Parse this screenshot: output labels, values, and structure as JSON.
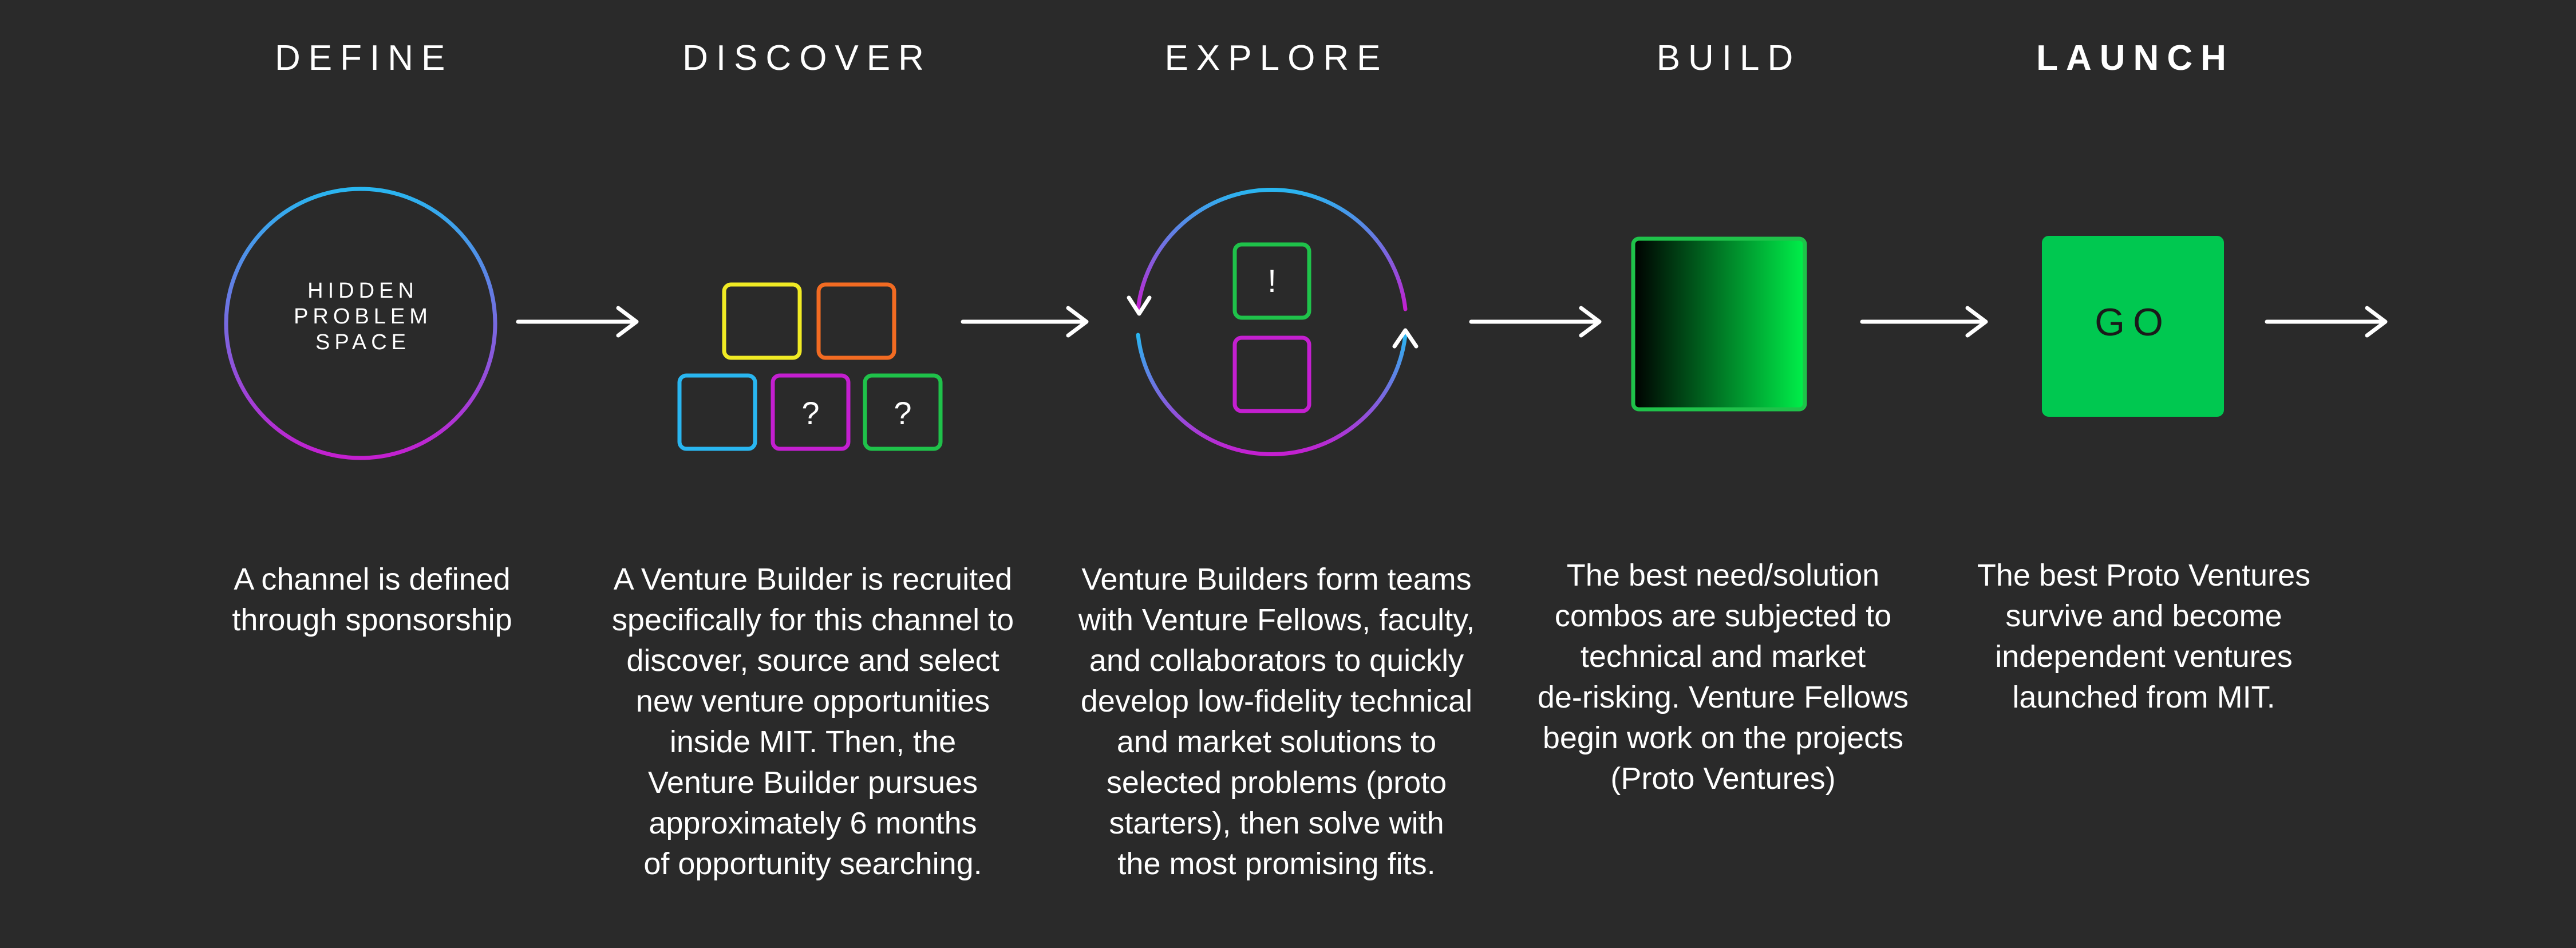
{
  "stages": [
    {
      "title": "DEFINE",
      "circle_label": "HIDDEN\nPROBLEM\nSPACE",
      "description": "A channel is defined\nthrough sponsorship"
    },
    {
      "title": "DISCOVER",
      "box_marks": [
        "?",
        "?"
      ],
      "description": "A Venture Builder is recruited\nspecifically for this channel to\ndiscover, source and select\nnew venture opportunities\ninside MIT.  Then, the\nVenture Builder pursues\napproximately 6 months\nof opportunity searching."
    },
    {
      "title": "EXPLORE",
      "box_mark": "!",
      "description": "Venture Builders form teams\nwith Venture Fellows, faculty,\nand collaborators to quickly\ndevelop low-fidelity technical\nand market solutions to\nselected problems (proto\nstarters), then solve with\nthe most promising fits."
    },
    {
      "title": "BUILD",
      "description": "The best need/solution\ncombos are subjected to\ntechnical and market\nde-risking. Venture Fellows\nbegin work on the projects\n(Proto Ventures)"
    },
    {
      "title": "LAUNCH",
      "go_label": "GO",
      "description": "The best Proto Ventures\nsurvive and become\nindependent ventures\nlaunched from MIT."
    }
  ],
  "colors": {
    "background": "#2a2a2a",
    "cyan": "#29b6f0",
    "magenta": "#c41fd0",
    "yellow": "#f0ea24",
    "orange": "#f26b22",
    "green": "#1fc24a",
    "go_green": "#00c850"
  }
}
